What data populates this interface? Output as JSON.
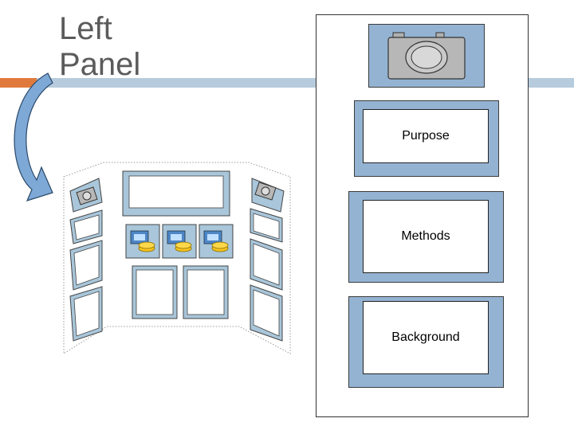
{
  "title": {
    "line1": "Left",
    "line2": "Panel"
  },
  "cards": [
    {
      "label": "Purpose"
    },
    {
      "label": "Methods"
    },
    {
      "label": "Background"
    }
  ],
  "colors": {
    "accent_orange": "#e07a3c",
    "accent_blue": "#b6cbdd",
    "panel_blue": "#94b3d2",
    "arrow_blue": "#7ea8d6"
  },
  "icons": [
    "camera-icon",
    "curved-arrow-icon",
    "chart-coins-icon"
  ]
}
